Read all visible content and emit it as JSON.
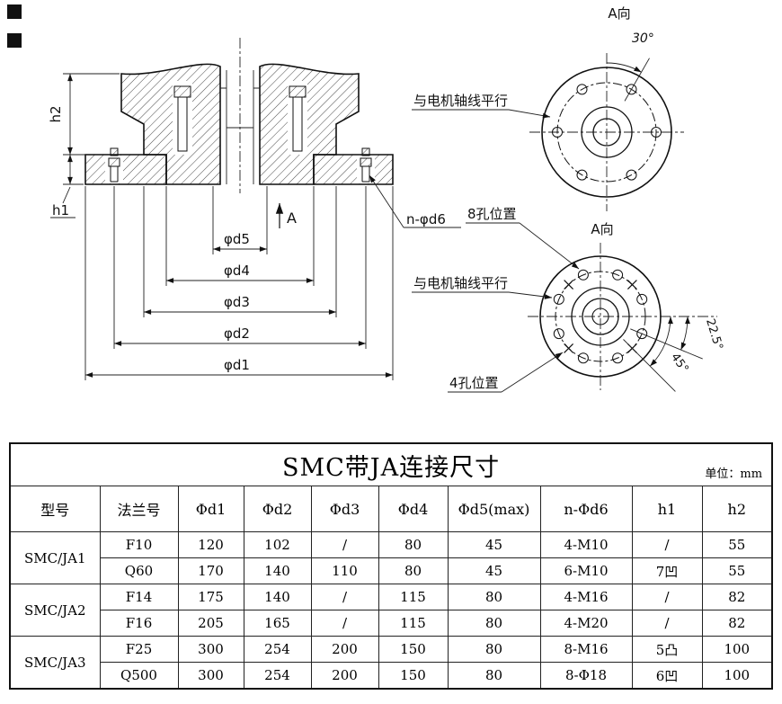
{
  "drawing": {
    "labels": {
      "view_label_top": "A向",
      "view_label_bottom": "A向",
      "angle_30": "30°",
      "angle_45": "45°",
      "angle_225": "22.5°",
      "parallel_label_top": "与电机轴线平行",
      "parallel_label_bottom": "与电机轴线平行",
      "eight_holes_label": "8孔位置",
      "four_holes_label": "4孔位置",
      "bolt_callout": "n-φd6",
      "dim_h1": "h1",
      "dim_h2": "h2",
      "dim_d1": "φd1",
      "dim_d2": "φd2",
      "dim_d3": "φd3",
      "dim_d4": "φd4",
      "dim_d5": "φd5",
      "section_arrow_label": "A"
    }
  },
  "table": {
    "title": "SMC带JA连接尺寸",
    "unit": "单位：mm",
    "headers": [
      "型号",
      "法兰号",
      "Φd1",
      "Φd2",
      "Φd3",
      "Φd4",
      "Φd5(max)",
      "n-Φd6",
      "h1",
      "h2"
    ],
    "groups": [
      {
        "model": "SMC/JA1",
        "rows": [
          {
            "flange": "F10",
            "d1": "120",
            "d2": "102",
            "d3": "/",
            "d4": "80",
            "d5": "45",
            "nd6": "4-M10",
            "h1": "/",
            "h2": "55"
          },
          {
            "flange": "Q60",
            "d1": "170",
            "d2": "140",
            "d3": "110",
            "d4": "80",
            "d5": "45",
            "nd6": "6-M10",
            "h1": "7凹",
            "h2": "55"
          }
        ]
      },
      {
        "model": "SMC/JA2",
        "rows": [
          {
            "flange": "F14",
            "d1": "175",
            "d2": "140",
            "d3": "/",
            "d4": "115",
            "d5": "80",
            "nd6": "4-M16",
            "h1": "/",
            "h2": "82"
          },
          {
            "flange": "F16",
            "d1": "205",
            "d2": "165",
            "d3": "/",
            "d4": "115",
            "d5": "80",
            "nd6": "4-M20",
            "h1": "/",
            "h2": "82"
          }
        ]
      },
      {
        "model": "SMC/JA3",
        "rows": [
          {
            "flange": "F25",
            "d1": "300",
            "d2": "254",
            "d3": "200",
            "d4": "150",
            "d5": "80",
            "nd6": "8-M16",
            "h1": "5凸",
            "h2": "100"
          },
          {
            "flange": "Q500",
            "d1": "300",
            "d2": "254",
            "d3": "200",
            "d4": "150",
            "d5": "80",
            "nd6": "8-Φ18",
            "h1": "6凹",
            "h2": "100"
          }
        ]
      }
    ]
  }
}
